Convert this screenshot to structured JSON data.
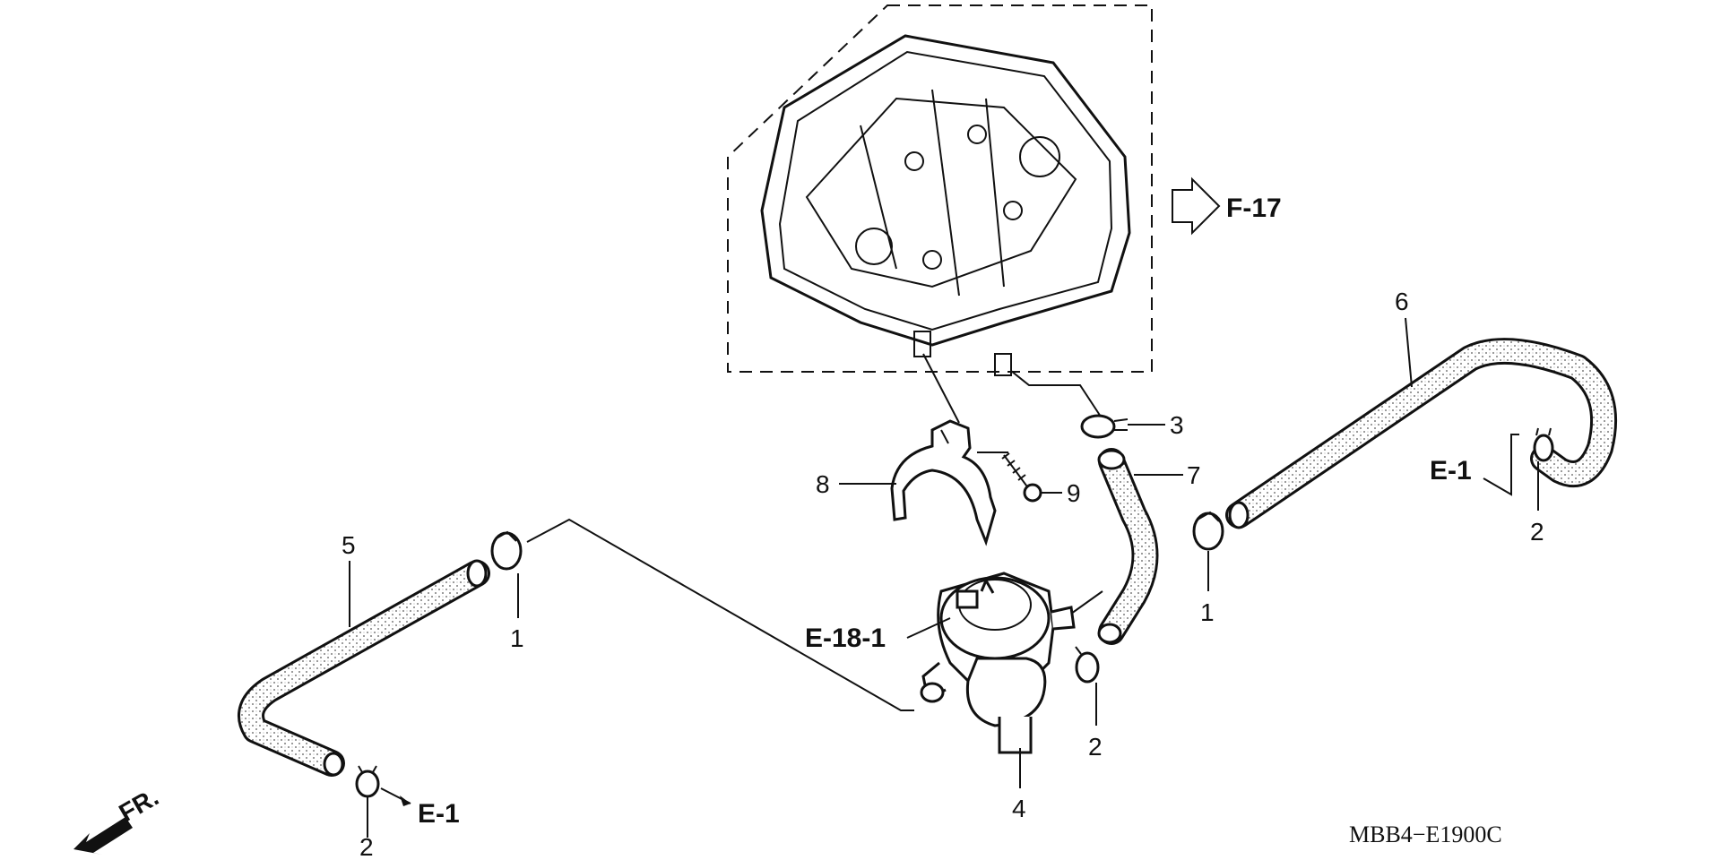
{
  "callouts": {
    "n1_left": "1",
    "n1_right": "1",
    "n2_bottom_left": "2",
    "n2_center": "2",
    "n2_right": "2",
    "n3": "3",
    "n4": "4",
    "n5": "5",
    "n6": "6",
    "n7": "7",
    "n8": "8",
    "n9": "9"
  },
  "references": {
    "f17": "F-17",
    "e18_1": "E-18-1",
    "e1_left": "E-1",
    "e1_right": "E-1"
  },
  "direction_label": "FR.",
  "diagram_code": "MBB4−E1900C"
}
